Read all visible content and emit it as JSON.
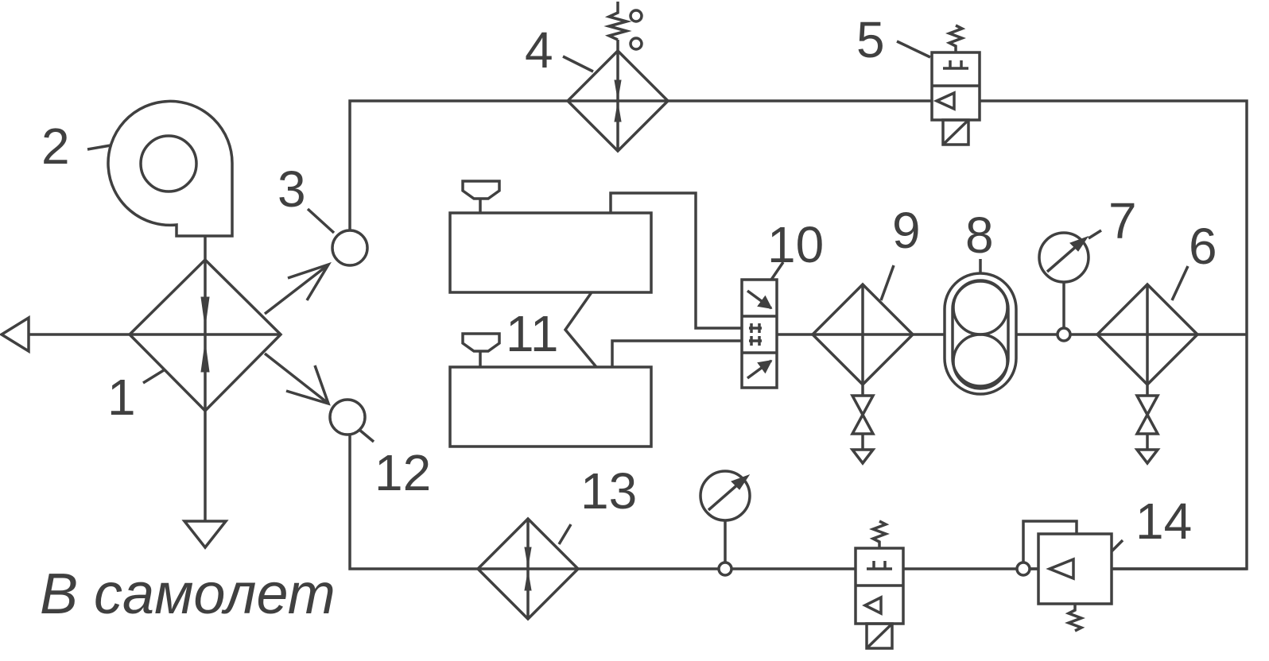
{
  "caption": "В самолет",
  "labels": {
    "l1": "1",
    "l2": "2",
    "l3": "3",
    "l4": "4",
    "l5": "5",
    "l6": "6",
    "l7": "7",
    "l8": "8",
    "l9": "9",
    "l10": "10",
    "l11": "11",
    "l12": "12",
    "l13": "13",
    "l14": "14"
  }
}
